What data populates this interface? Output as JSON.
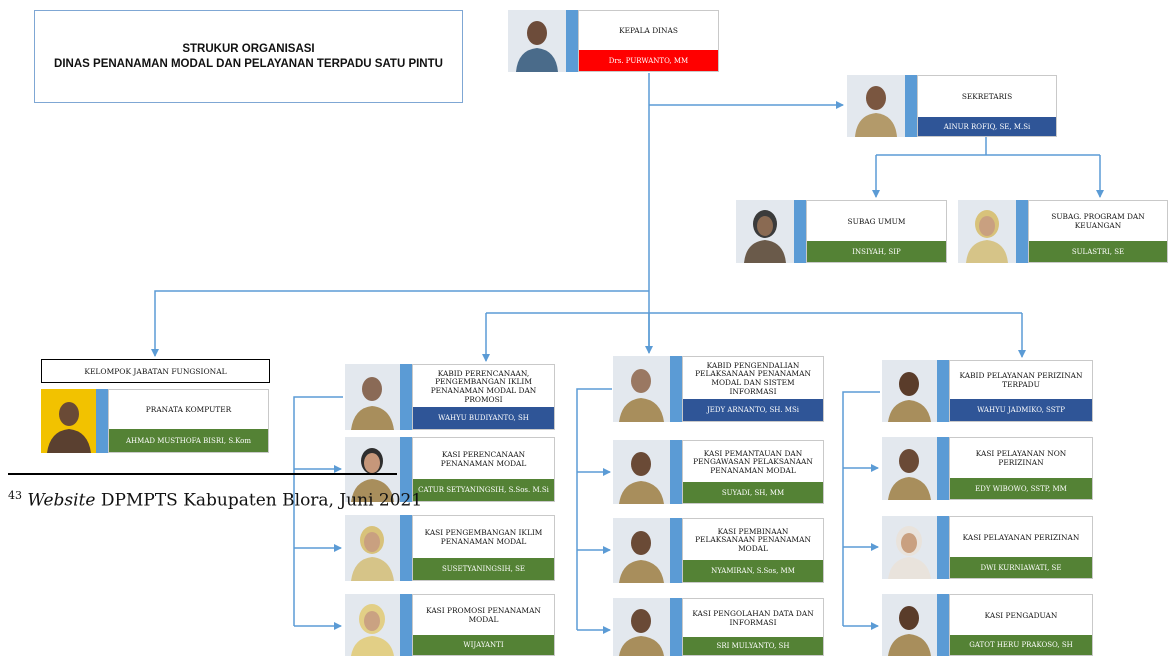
{
  "title": {
    "line1": "STRUKUR ORGANISASI",
    "line2": "DINAS PENANAMAN MODAL DAN PELAYANAN TERPADU SATU PINTU"
  },
  "colors": {
    "connector": "#5b9bd5",
    "accent": "#5b9bd5",
    "red_bar": "#ff0000",
    "blue_bar": "#2f5597",
    "green_bar": "#548235"
  },
  "kepala": {
    "title": "KEPALA DINAS",
    "name": "Drs. PURWANTO, MM"
  },
  "sekretaris": {
    "title": "SEKRETARIS",
    "name": "AINUR ROFIQ, SE, M.Si"
  },
  "subag_umum": {
    "title": "SUBAG UMUM",
    "name": "INSIYAH, SIP"
  },
  "subag_program": {
    "title": "SUBAG. PROGRAM DAN KEUANGAN",
    "name": "SULASTRI, SE"
  },
  "fungsional": {
    "label": "KELOMPOK JABATAN FUNGSIONAL",
    "title": "PRANATA KOMPUTER",
    "name": "AHMAD MUSTHOFA BISRI, S.Kom"
  },
  "bidang1": {
    "head": {
      "title": "KABID PERENCANAAN, PENGEMBANGAN IKLIM PENANAMAN MODAL DAN PROMOSI",
      "name": "WAHYU BUDIYANTO, SH"
    },
    "kasi1": {
      "title": "KASI PERENCANAAN PENANAMAN MODAL",
      "name": "CATUR SETYANINGSIH, S.Sos. M.Si"
    },
    "kasi2": {
      "title": "KASI PENGEMBANGAN IKLIM PENANAMAN MODAL",
      "name": "SUSETYANINGSIH, SE"
    },
    "kasi3": {
      "title": "KASI PROMOSI PENANAMAN MODAL",
      "name": "WIJAYANTI"
    }
  },
  "bidang2": {
    "head": {
      "title": "KABID PENGENDALIAN PELAKSANAAN PENANAMAN MODAL DAN SISTEM INFORMASI",
      "name": "JEDY ARNANTO, SH. MSi"
    },
    "kasi1": {
      "title": "KASI PEMANTAUAN DAN PENGAWASAN PELAKSANAAN PENANAMAN MODAL",
      "name": "SUYADI, SH, MM"
    },
    "kasi2": {
      "title": "KASI PEMBINAAN PELAKSANAAN PENANAMAN MODAL",
      "name": "NYAMIRAN, S.Sos, MM"
    },
    "kasi3": {
      "title": "KASI PENGOLAHAN DATA DAN INFORMASI",
      "name": "SRI MULYANTO, SH"
    }
  },
  "bidang3": {
    "head": {
      "title": "KABID PELAYANAN PERIZINAN TERPADU",
      "name": "WAHYU JADMIKO, SSTP"
    },
    "kasi1": {
      "title": "KASI PELAYANAN NON PERIZINAN",
      "name": "EDY WIBOWO, SSTP, MM"
    },
    "kasi2": {
      "title": "KASI PELAYANAN PERIZINAN",
      "name": "DWI KURNIAWATI, SE"
    },
    "kasi3": {
      "title": "KASI PENGADUAN",
      "name": "GATOT HERU PRAKOSO, SH"
    }
  },
  "footnote": {
    "number": "43",
    "italic": "Website",
    "text": " DPMPTS Kabupaten Blora, Juni 2021"
  }
}
